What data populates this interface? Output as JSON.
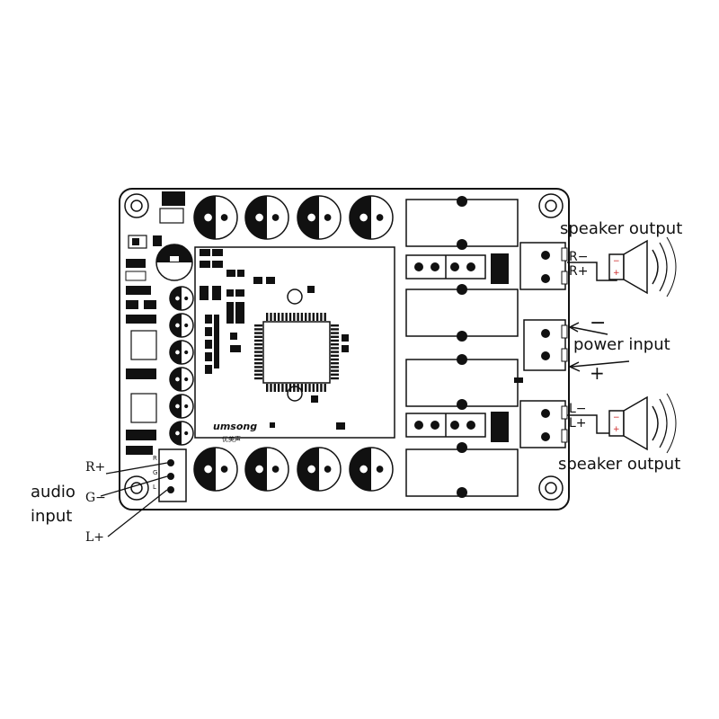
{
  "labels": {
    "speaker_output_top": "speaker output",
    "speaker_output_bottom": "speaker output",
    "power_input": "power input",
    "power_minus": "−",
    "power_plus": "+",
    "audio_input": [
      "audio",
      "input"
    ],
    "r_plus": "R+",
    "g_minus": "G−",
    "l_plus": "L+",
    "term_r_minus": "R−",
    "term_r_plus": "R+",
    "term_l_minus": "L−",
    "term_l_plus": "L+",
    "brand": "umsong",
    "brand_cn": "优美声",
    "silk_g": "G",
    "silk_r": "R",
    "silk_l": "L"
  },
  "colors": {
    "line": "#111111",
    "board": "#ffffff",
    "speaker_plus": "#cc2222"
  }
}
